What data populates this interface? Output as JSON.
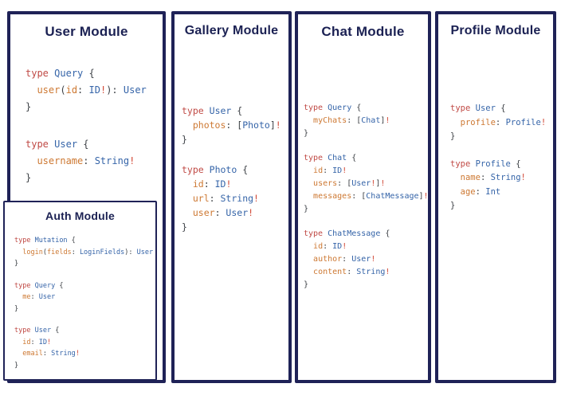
{
  "palette": {
    "border_navy": "#1f2257",
    "title_navy": "#1b2153",
    "code_keyword": "#c04a45",
    "code_type": "#3564a8",
    "code_field": "#cd7832",
    "code_punct": "#3d4146",
    "code_bang": "#d14836",
    "background": "#ffffff"
  },
  "panels": [
    {
      "id": "user-module",
      "title": "User Module",
      "blocks": [
        [
          [
            [
              "k",
              "type"
            ],
            [
              "p",
              " "
            ],
            [
              "t",
              "Query"
            ],
            [
              "p",
              " {"
            ]
          ],
          [
            [
              "p",
              "  "
            ],
            [
              "f",
              "user"
            ],
            [
              "p",
              "("
            ],
            [
              "f",
              "id"
            ],
            [
              "p",
              ": "
            ],
            [
              "t",
              "ID"
            ],
            [
              "e",
              "!"
            ],
            [
              "p",
              "): "
            ],
            [
              "t",
              "User"
            ]
          ],
          [
            [
              "p",
              "}"
            ]
          ]
        ],
        [
          [
            [
              "k",
              "type"
            ],
            [
              "p",
              " "
            ],
            [
              "t",
              "User"
            ],
            [
              "p",
              " {"
            ]
          ],
          [
            [
              "p",
              "  "
            ],
            [
              "f",
              "username"
            ],
            [
              "p",
              ": "
            ],
            [
              "t",
              "String"
            ],
            [
              "e",
              "!"
            ]
          ],
          [
            [
              "p",
              "}"
            ]
          ]
        ]
      ]
    },
    {
      "id": "auth-module",
      "title": "Auth Module",
      "blocks": [
        [
          [
            [
              "k",
              "type"
            ],
            [
              "p",
              " "
            ],
            [
              "t",
              "Mutation"
            ],
            [
              "p",
              " {"
            ]
          ],
          [
            [
              "p",
              "  "
            ],
            [
              "f",
              "login"
            ],
            [
              "p",
              "("
            ],
            [
              "f",
              "fields"
            ],
            [
              "p",
              ": "
            ],
            [
              "t",
              "LoginFields"
            ],
            [
              "p",
              "): "
            ],
            [
              "t",
              "User"
            ]
          ],
          [
            [
              "p",
              "}"
            ]
          ]
        ],
        [
          [
            [
              "k",
              "type"
            ],
            [
              "p",
              " "
            ],
            [
              "t",
              "Query"
            ],
            [
              "p",
              " {"
            ]
          ],
          [
            [
              "p",
              "  "
            ],
            [
              "f",
              "me"
            ],
            [
              "p",
              ": "
            ],
            [
              "t",
              "User"
            ]
          ],
          [
            [
              "p",
              "}"
            ]
          ]
        ],
        [
          [
            [
              "k",
              "type"
            ],
            [
              "p",
              " "
            ],
            [
              "t",
              "User"
            ],
            [
              "p",
              " {"
            ]
          ],
          [
            [
              "p",
              "  "
            ],
            [
              "f",
              "id"
            ],
            [
              "p",
              ": "
            ],
            [
              "t",
              "ID"
            ],
            [
              "e",
              "!"
            ]
          ],
          [
            [
              "p",
              "  "
            ],
            [
              "f",
              "email"
            ],
            [
              "p",
              ": "
            ],
            [
              "t",
              "String"
            ],
            [
              "e",
              "!"
            ]
          ],
          [
            [
              "p",
              "}"
            ]
          ]
        ]
      ]
    },
    {
      "id": "gallery-module",
      "title": "Gallery Module",
      "blocks": [
        [
          [
            [
              "k",
              "type"
            ],
            [
              "p",
              " "
            ],
            [
              "t",
              "User"
            ],
            [
              "p",
              " {"
            ]
          ],
          [
            [
              "p",
              "  "
            ],
            [
              "f",
              "photos"
            ],
            [
              "p",
              ": ["
            ],
            [
              "t",
              "Photo"
            ],
            [
              "p",
              "]"
            ],
            [
              "e",
              "!"
            ]
          ],
          [
            [
              "p",
              "}"
            ]
          ]
        ],
        [
          [
            [
              "k",
              "type"
            ],
            [
              "p",
              " "
            ],
            [
              "t",
              "Photo"
            ],
            [
              "p",
              " {"
            ]
          ],
          [
            [
              "p",
              "  "
            ],
            [
              "f",
              "id"
            ],
            [
              "p",
              ": "
            ],
            [
              "t",
              "ID"
            ],
            [
              "e",
              "!"
            ]
          ],
          [
            [
              "p",
              "  "
            ],
            [
              "f",
              "url"
            ],
            [
              "p",
              ": "
            ],
            [
              "t",
              "String"
            ],
            [
              "e",
              "!"
            ]
          ],
          [
            [
              "p",
              "  "
            ],
            [
              "f",
              "user"
            ],
            [
              "p",
              ": "
            ],
            [
              "t",
              "User"
            ],
            [
              "e",
              "!"
            ]
          ],
          [
            [
              "p",
              "}"
            ]
          ]
        ]
      ]
    },
    {
      "id": "chat-module",
      "title": "Chat Module",
      "blocks": [
        [
          [
            [
              "k",
              "type"
            ],
            [
              "p",
              " "
            ],
            [
              "t",
              "Query"
            ],
            [
              "p",
              " {"
            ]
          ],
          [
            [
              "p",
              "  "
            ],
            [
              "f",
              "myChats"
            ],
            [
              "p",
              ": ["
            ],
            [
              "t",
              "Chat"
            ],
            [
              "p",
              "]"
            ],
            [
              "e",
              "!"
            ]
          ],
          [
            [
              "p",
              "}"
            ]
          ]
        ],
        [
          [
            [
              "k",
              "type"
            ],
            [
              "p",
              " "
            ],
            [
              "t",
              "Chat"
            ],
            [
              "p",
              " {"
            ]
          ],
          [
            [
              "p",
              "  "
            ],
            [
              "f",
              "id"
            ],
            [
              "p",
              ": "
            ],
            [
              "t",
              "ID"
            ],
            [
              "e",
              "!"
            ]
          ],
          [
            [
              "p",
              "  "
            ],
            [
              "f",
              "users"
            ],
            [
              "p",
              ": ["
            ],
            [
              "t",
              "User"
            ],
            [
              "e",
              "!"
            ],
            [
              "p",
              "]"
            ],
            [
              "e",
              "!"
            ]
          ],
          [
            [
              "p",
              "  "
            ],
            [
              "f",
              "messages"
            ],
            [
              "p",
              ": ["
            ],
            [
              "t",
              "ChatMessage"
            ],
            [
              "p",
              "]"
            ],
            [
              "e",
              "!"
            ]
          ],
          [
            [
              "p",
              "}"
            ]
          ]
        ],
        [
          [
            [
              "k",
              "type"
            ],
            [
              "p",
              " "
            ],
            [
              "t",
              "ChatMessage"
            ],
            [
              "p",
              " {"
            ]
          ],
          [
            [
              "p",
              "  "
            ],
            [
              "f",
              "id"
            ],
            [
              "p",
              ": "
            ],
            [
              "t",
              "ID"
            ],
            [
              "e",
              "!"
            ]
          ],
          [
            [
              "p",
              "  "
            ],
            [
              "f",
              "author"
            ],
            [
              "p",
              ": "
            ],
            [
              "t",
              "User"
            ],
            [
              "e",
              "!"
            ]
          ],
          [
            [
              "p",
              "  "
            ],
            [
              "f",
              "content"
            ],
            [
              "p",
              ": "
            ],
            [
              "t",
              "String"
            ],
            [
              "e",
              "!"
            ]
          ],
          [
            [
              "p",
              "}"
            ]
          ]
        ]
      ]
    },
    {
      "id": "profile-module",
      "title": "Profile Module",
      "blocks": [
        [
          [
            [
              "k",
              "type"
            ],
            [
              "p",
              " "
            ],
            [
              "t",
              "User"
            ],
            [
              "p",
              " {"
            ]
          ],
          [
            [
              "p",
              "  "
            ],
            [
              "f",
              "profile"
            ],
            [
              "p",
              ": "
            ],
            [
              "t",
              "Profile"
            ],
            [
              "e",
              "!"
            ]
          ],
          [
            [
              "p",
              "}"
            ]
          ]
        ],
        [
          [
            [
              "k",
              "type"
            ],
            [
              "p",
              " "
            ],
            [
              "t",
              "Profile"
            ],
            [
              "p",
              " {"
            ]
          ],
          [
            [
              "p",
              "  "
            ],
            [
              "f",
              "name"
            ],
            [
              "p",
              ": "
            ],
            [
              "t",
              "String"
            ],
            [
              "e",
              "!"
            ]
          ],
          [
            [
              "p",
              "  "
            ],
            [
              "f",
              "age"
            ],
            [
              "p",
              ": "
            ],
            [
              "t",
              "Int"
            ]
          ],
          [
            [
              "p",
              "}"
            ]
          ]
        ]
      ]
    }
  ]
}
